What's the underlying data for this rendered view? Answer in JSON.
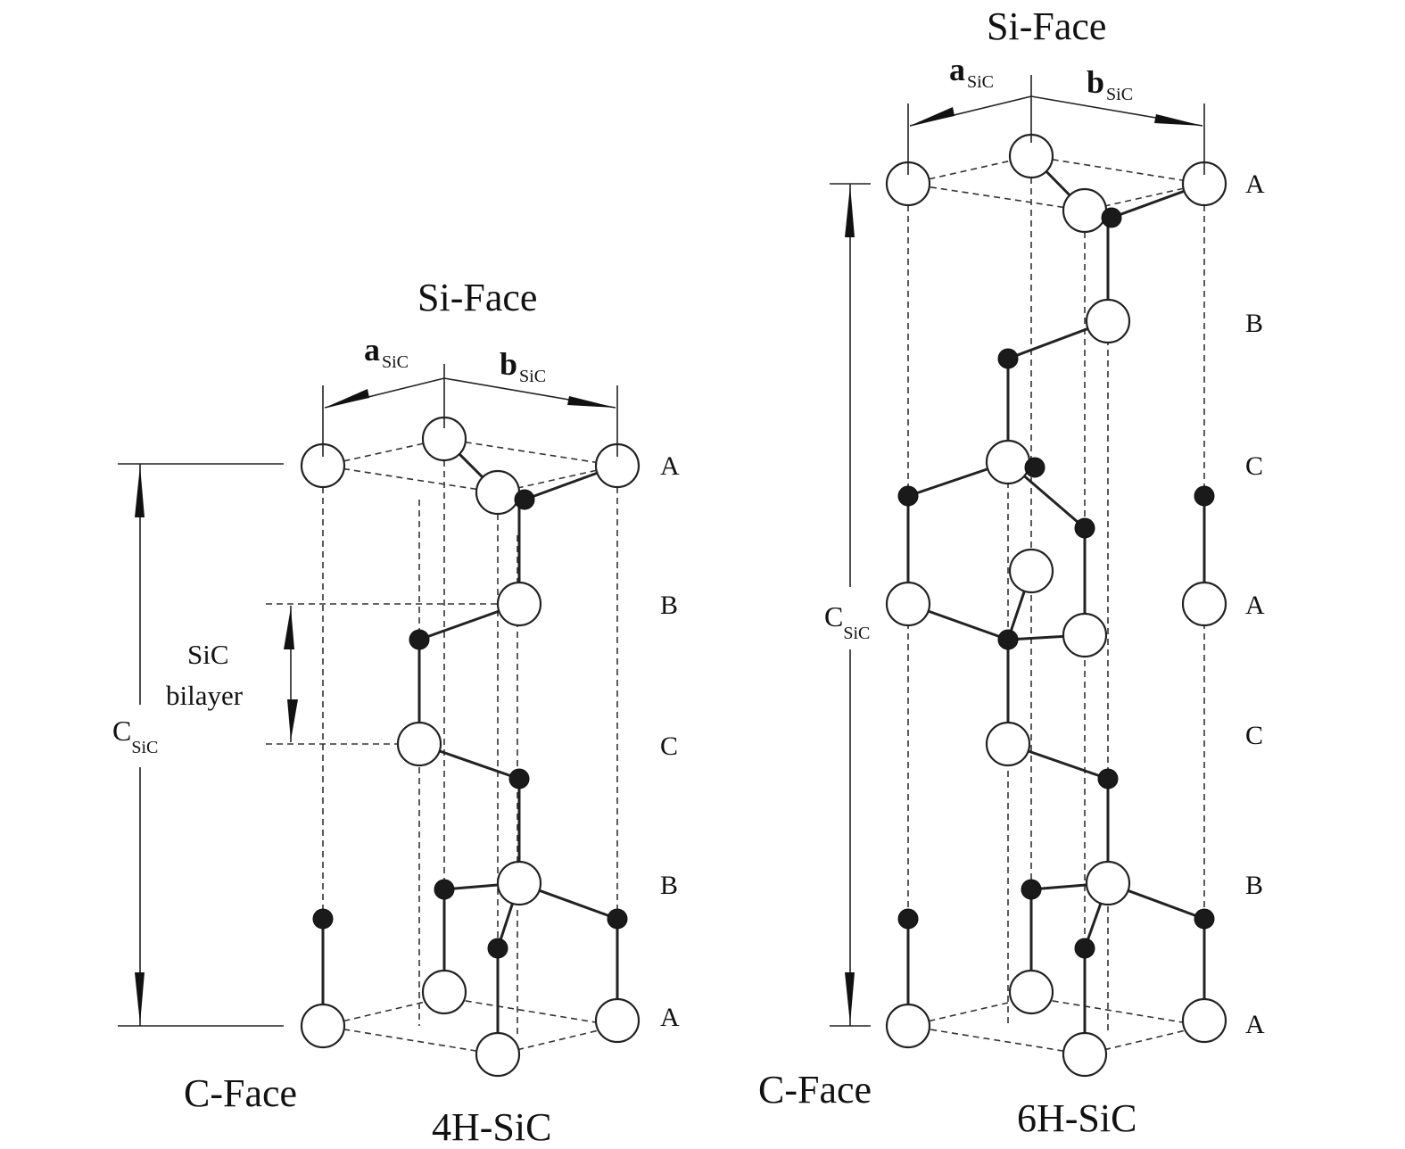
{
  "panels": [
    {
      "id": "4h",
      "top_label": "Si-Face",
      "bottom_label": "C-Face",
      "polytype": "4H-SiC",
      "a_vector": {
        "main": "a",
        "sub": "SiC"
      },
      "b_vector": {
        "main": "b",
        "sub": "SiC"
      },
      "c_axis": {
        "main": "C",
        "sub": "SiC"
      },
      "bilayer_label_line1": "SiC",
      "bilayer_label_line2": "bilayer",
      "stacking": [
        "A",
        "B",
        "C",
        "B",
        "A"
      ]
    },
    {
      "id": "6h",
      "top_label": "Si-Face",
      "bottom_label": "C-Face",
      "polytype": "6H-SiC",
      "a_vector": {
        "main": "a",
        "sub": "SiC"
      },
      "b_vector": {
        "main": "b",
        "sub": "SiC"
      },
      "c_axis": {
        "main": "C",
        "sub": "SiC"
      },
      "stacking": [
        "A",
        "B",
        "C",
        "A",
        "C",
        "B",
        "A"
      ]
    }
  ],
  "legend_colors": {
    "si_atom": "#ffffff",
    "c_atom": "#1a1a1a",
    "line": "#222222"
  }
}
